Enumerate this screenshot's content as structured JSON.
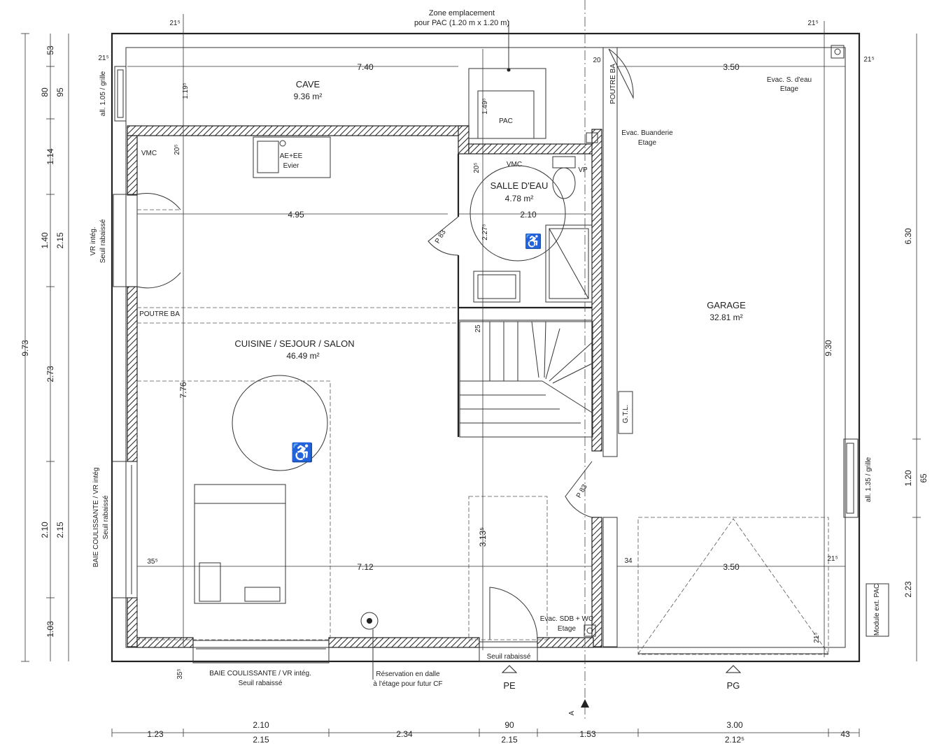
{
  "rooms": {
    "cave": {
      "name": "CAVE",
      "area": "9.36 m²"
    },
    "salle_deau": {
      "name": "SALLE D'EAU",
      "area": "4.78 m²"
    },
    "sejour": {
      "name": "CUISINE / SEJOUR / SALON",
      "area": "46.49 m²"
    },
    "garage": {
      "name": "GARAGE",
      "area": "32.81 m²"
    }
  },
  "annotations": {
    "zone_pac_1": "Zone emplacement",
    "zone_pac_2": "pour PAC (1.20 m x 1.20 m)",
    "pac": "PAC",
    "vmc_1": "VMC",
    "vmc_2": "VMC",
    "vp": "VP",
    "ae_ee": "AE+EE",
    "evier": "Evier",
    "poutre_ba_1": "POUTRE BA",
    "poutre_ba_2": "POUTRE BA",
    "evac_buanderie_1": "Evac. Buanderie",
    "evac_buanderie_2": "Etage",
    "evac_seau_1": "Evac. S. d'eau",
    "evac_seau_2": "Etage",
    "evac_sdb_1": "Evac. SDB + WC",
    "evac_sdb_2": "Etage",
    "gtl": "G.T.L.",
    "p83_1": "P 83",
    "p83_2": "P 83",
    "seuil_rabaisse": "Seuil rabaissé",
    "reservation_1": "Réservation en dalle",
    "reservation_2": "à l'étage pour futur CF",
    "baie_bottom_1": "BAIE COULISSANTE / VR intég.",
    "baie_bottom_2": "Seuil rabaissé",
    "baie_left_1": "BAIE COULISSANTE / VR intég",
    "baie_left_2": "Seuil rabaissé",
    "vr_left_1": "VR intég.",
    "vr_left_2": "Seuil rabaissé",
    "all_105": "all. 1.05 / grille",
    "all_135": "all. 1.35 / grille",
    "module_pac": "Module ext. PAC",
    "pe": "PE",
    "pg": "PG",
    "section_a": "A"
  },
  "dimensions": {
    "d740": "7.40",
    "d350a": "3.50",
    "d495": "4.95",
    "d210a": "2.10",
    "d712": "7.12",
    "d350b": "3.50",
    "d34": "34",
    "d20a": "20",
    "d215top": "21⁵",
    "d215tr": "21⁵",
    "d215tl": "21⁵",
    "d215rr": "21⁵",
    "d215g": "21⁵",
    "d215gb": "21⁵",
    "d355": "35⁵",
    "d355b": "35⁵",
    "d119": "1.19⁵",
    "d205a": "20⁵",
    "d205b": "20⁵",
    "d149": "1.49⁵",
    "d227": "2.27⁵",
    "d776": "7.76",
    "d313": "3.13⁵",
    "d930": "9.30",
    "d25": "25",
    "left_outer": [
      "53",
      "80",
      "1.14",
      "1.40",
      "2.73",
      "2.10",
      "1.03"
    ],
    "left_inner": [
      "95",
      "2.15",
      "2.15"
    ],
    "total_973": "9.73",
    "right_outer": [
      "6.30",
      "1.20",
      "2.23"
    ],
    "right_inner": "65",
    "bottom_row1": [
      "1.23",
      "2.10",
      "2.34",
      "90",
      "1.53",
      "3.00",
      "43"
    ],
    "bottom_row2": [
      "2.15",
      "2.15",
      "2.12⁵"
    ]
  }
}
